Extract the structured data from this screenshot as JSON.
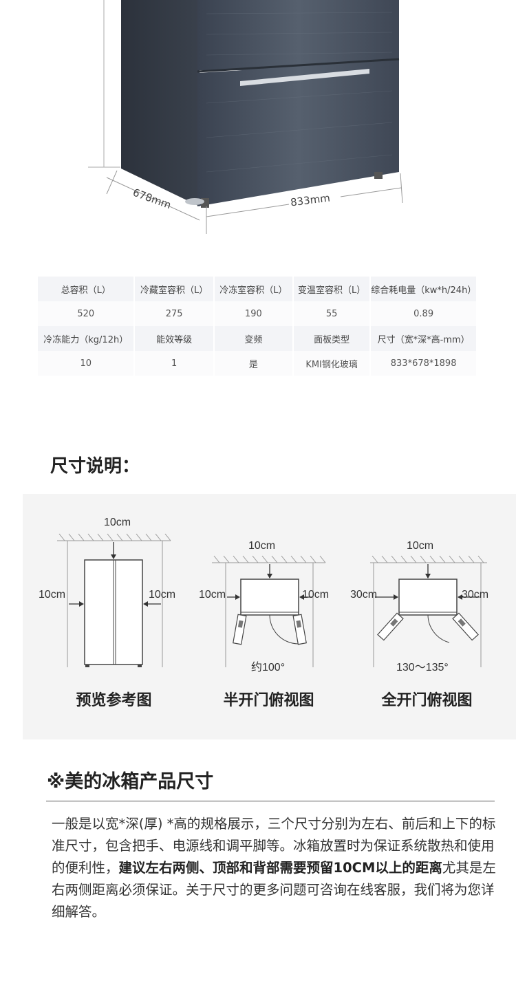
{
  "product": {
    "depth_label": "678mm",
    "width_label": "833mm"
  },
  "spec_table": {
    "header_row_1": [
      "总容积（L）",
      "冷藏室容积（L）",
      "冷冻室容积（L）",
      "变温室容积（L）",
      "综合耗电量（kw*h/24h）"
    ],
    "values_row_1": [
      "520",
      "275",
      "190",
      "55",
      "0.89"
    ],
    "header_row_2": [
      "冷冻能力（kg/12h）",
      "能效等级",
      "变频",
      "面板类型",
      "尺寸（宽*深*高-mm）"
    ],
    "values_row_2": [
      "10",
      "1",
      "是",
      "KMI钢化玻璃",
      "833*678*1898"
    ]
  },
  "dimension_section": {
    "title": "尺寸说明：",
    "diagrams": [
      {
        "caption": "预览参考图",
        "top": "10cm",
        "left": "10cm",
        "right": "10cm",
        "angle": ""
      },
      {
        "caption": "半开门俯视图",
        "top": "10cm",
        "left": "10cm",
        "right": "10cm",
        "angle": "约100°"
      },
      {
        "caption": "全开门俯视图",
        "top": "10cm",
        "left": "30cm",
        "right": "30cm",
        "angle": "130～135°"
      }
    ]
  },
  "note_section": {
    "title": "※美的冰箱产品尺寸",
    "text_before": "一般是以宽*深(厚) *高的规格展示，三个尺寸分别为左右、前后和上下的标准尺寸，包含把手、电源线和调平脚等。冰箱放置时为保证系统散热和使用的便利性，",
    "text_bold": "建议左右两侧、顶部和背部需要预留10CM以上的距离",
    "text_after": "尤其是左右两侧距离必须保证。关于尺寸的更多问题可咨询在线客服，我们将为您详细解答。"
  }
}
